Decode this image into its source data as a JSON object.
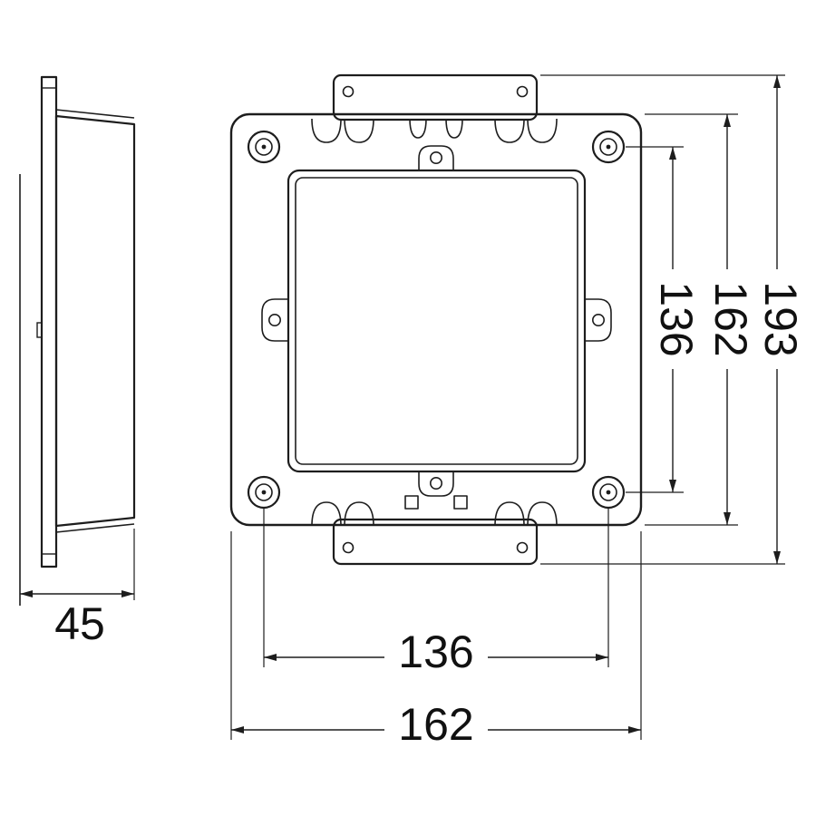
{
  "dimensions": {
    "depth": "45",
    "hole_spacing_h": "136",
    "overall_width": "162",
    "hole_spacing_v": "136",
    "frame_height": "162",
    "overall_height": "193"
  },
  "colors": {
    "line": "#1d1d1d",
    "text": "#111111",
    "background": "#ffffff"
  }
}
